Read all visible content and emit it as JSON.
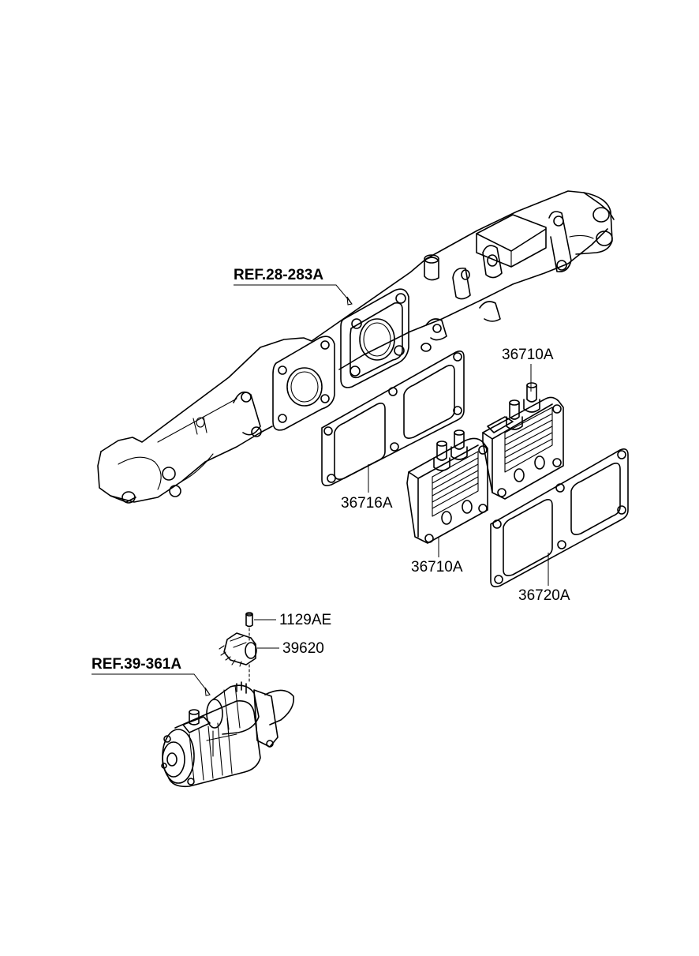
{
  "labels": {
    "ref_manifold": "REF.28-283A",
    "ref_starter": "REF.39-361A",
    "part_36710a_top": "36710A",
    "part_36710a_bottom": "36710A",
    "part_36716a": "36716A",
    "part_36720a": "36720A",
    "part_1129ae": "1129AE",
    "part_39620": "39620"
  }
}
